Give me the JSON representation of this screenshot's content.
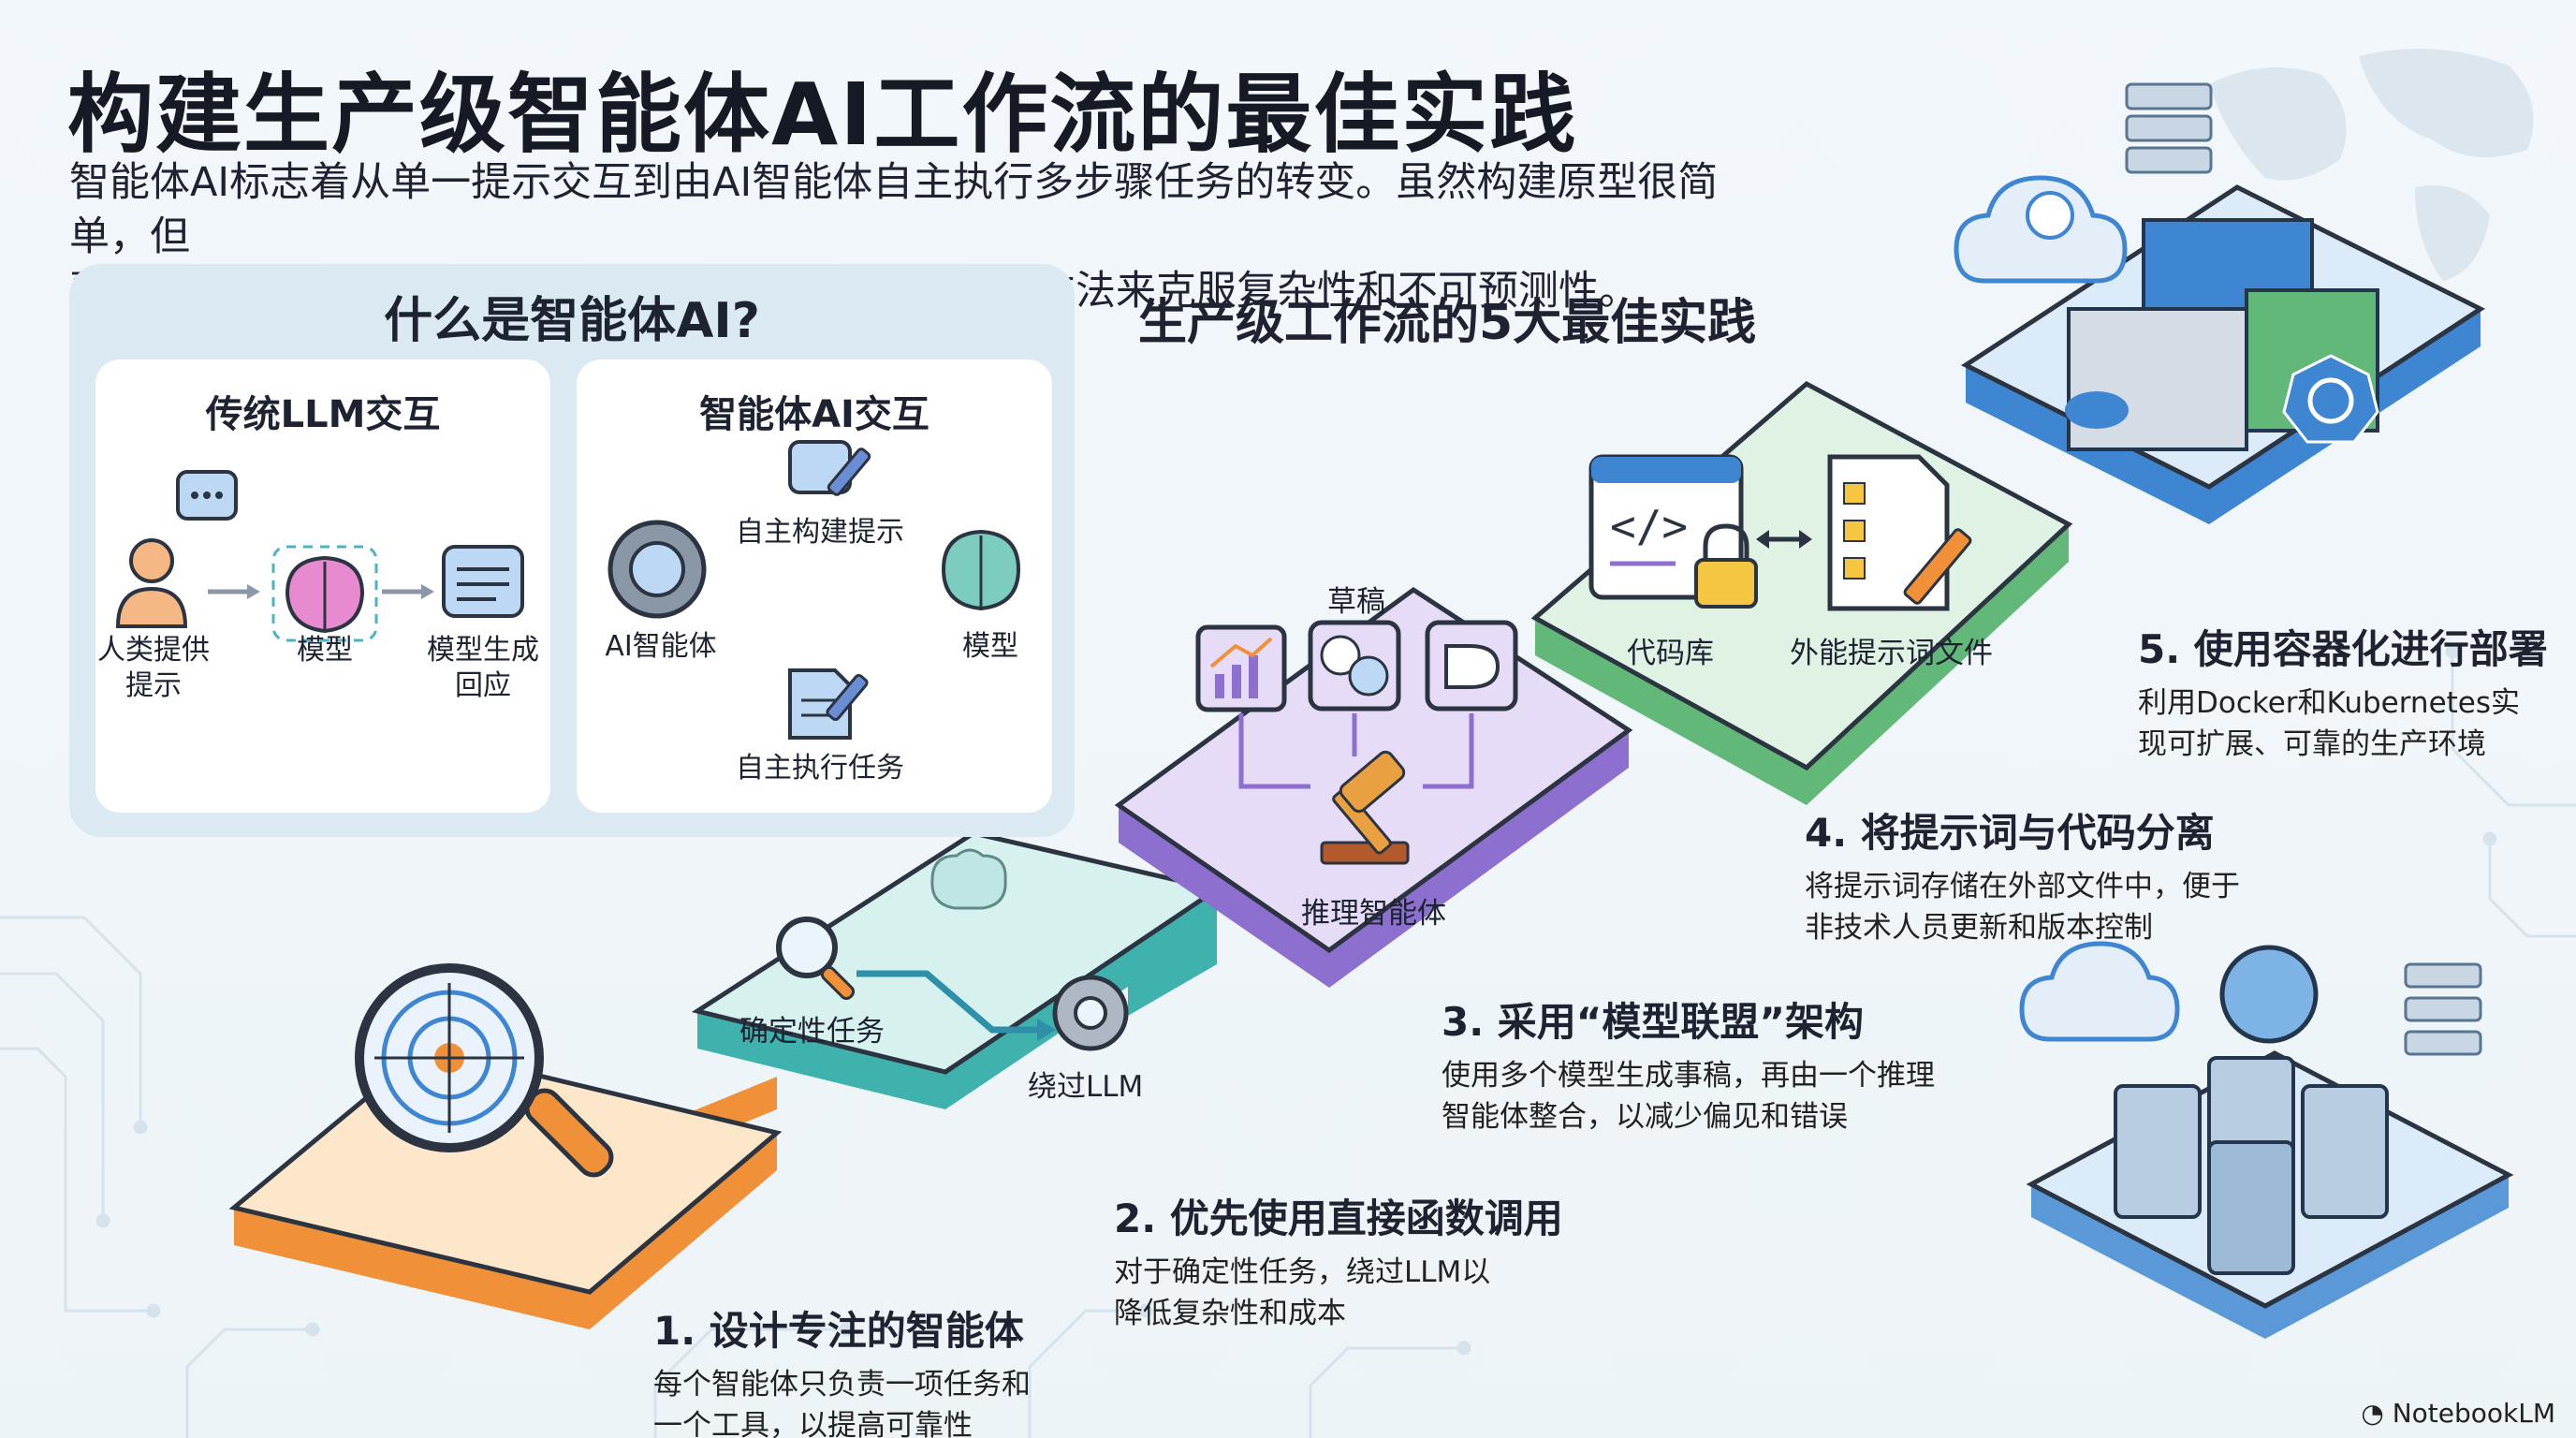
{
  "title": "构建生产级智能体AI工作流的最佳实践",
  "intro": {
    "line1": "智能体AI标志着从单一提示交互到由AI智能体自主执行多步骤任务的转变。虽然构建原型很简单，但",
    "line2": "要使其在生产环境中稳定可靠，就需要采用严谨的工程方法来克服复杂性和不可预测性。"
  },
  "what_is": {
    "title": "什么是智能体AI?",
    "traditional": {
      "title": "传统LLM交互",
      "human_label_l1": "人类提供",
      "human_label_l2": "提示",
      "model_label": "模型",
      "response_label_l1": "模型生成",
      "response_label_l2": "回应"
    },
    "agentic": {
      "title": "智能体AI交互",
      "agent_label": "AI智能体",
      "prompt_label": "自主构建提示",
      "model_label": "模型",
      "task_label": "自主执行任务"
    }
  },
  "best_practices_title": "生产级工作流的5大最佳实践",
  "steps": [
    {
      "title": "1. 设计专注的智能体",
      "desc_l1": "每个智能体只负责一项任务和",
      "desc_l2": "一个工具，以提高可靠性"
    },
    {
      "title": "2. 优先使用直接函数调用",
      "desc_l1": "对于确定性任务，绕过LLM以",
      "desc_l2": "降低复杂性和成本"
    },
    {
      "title": "3. 采用“模型联盟”架构",
      "desc_l1": "使用多个模型生成事稿，再由一个推理",
      "desc_l2": "智能体整合，以减少偏见和错误"
    },
    {
      "title": "4. 将提示词与代码分离",
      "desc_l1": "将提示词存储在外部文件中，便于",
      "desc_l2": "非技术人员更新和版本控制"
    },
    {
      "title": "5. 使用容器化进行部署",
      "desc_l1": "利用Docker和Kubernetes实",
      "desc_l2": "现可扩展、可靠的生产环境"
    }
  ],
  "tiles": {
    "deterministic_task": "确定性任务",
    "bypass_llm": "绕过LLM",
    "draft": "草稿",
    "reasoning_agent": "推理智能体",
    "code_repo": "代码库",
    "external_prompt_files": "外能提示词文件"
  },
  "brand": "NotebookLM",
  "colors": {
    "orange": "#f0913a",
    "teal": "#3fb2ae",
    "purple": "#8d6fd0",
    "green": "#62b878",
    "blue": "#3f86d2",
    "navy": "#23364d"
  },
  "icons": [
    "target-magnifier-icon",
    "magnifier-icon",
    "brain-icon",
    "gear-icon",
    "chart-icon",
    "translate-icon",
    "logic-gate-icon",
    "gavel-icon",
    "code-window-icon",
    "lock-icon",
    "document-icon",
    "pencil-icon",
    "cloud-icon",
    "globe-icon",
    "docker-icon",
    "kubernetes-icon",
    "server-icon",
    "person-icon",
    "chat-icon"
  ]
}
